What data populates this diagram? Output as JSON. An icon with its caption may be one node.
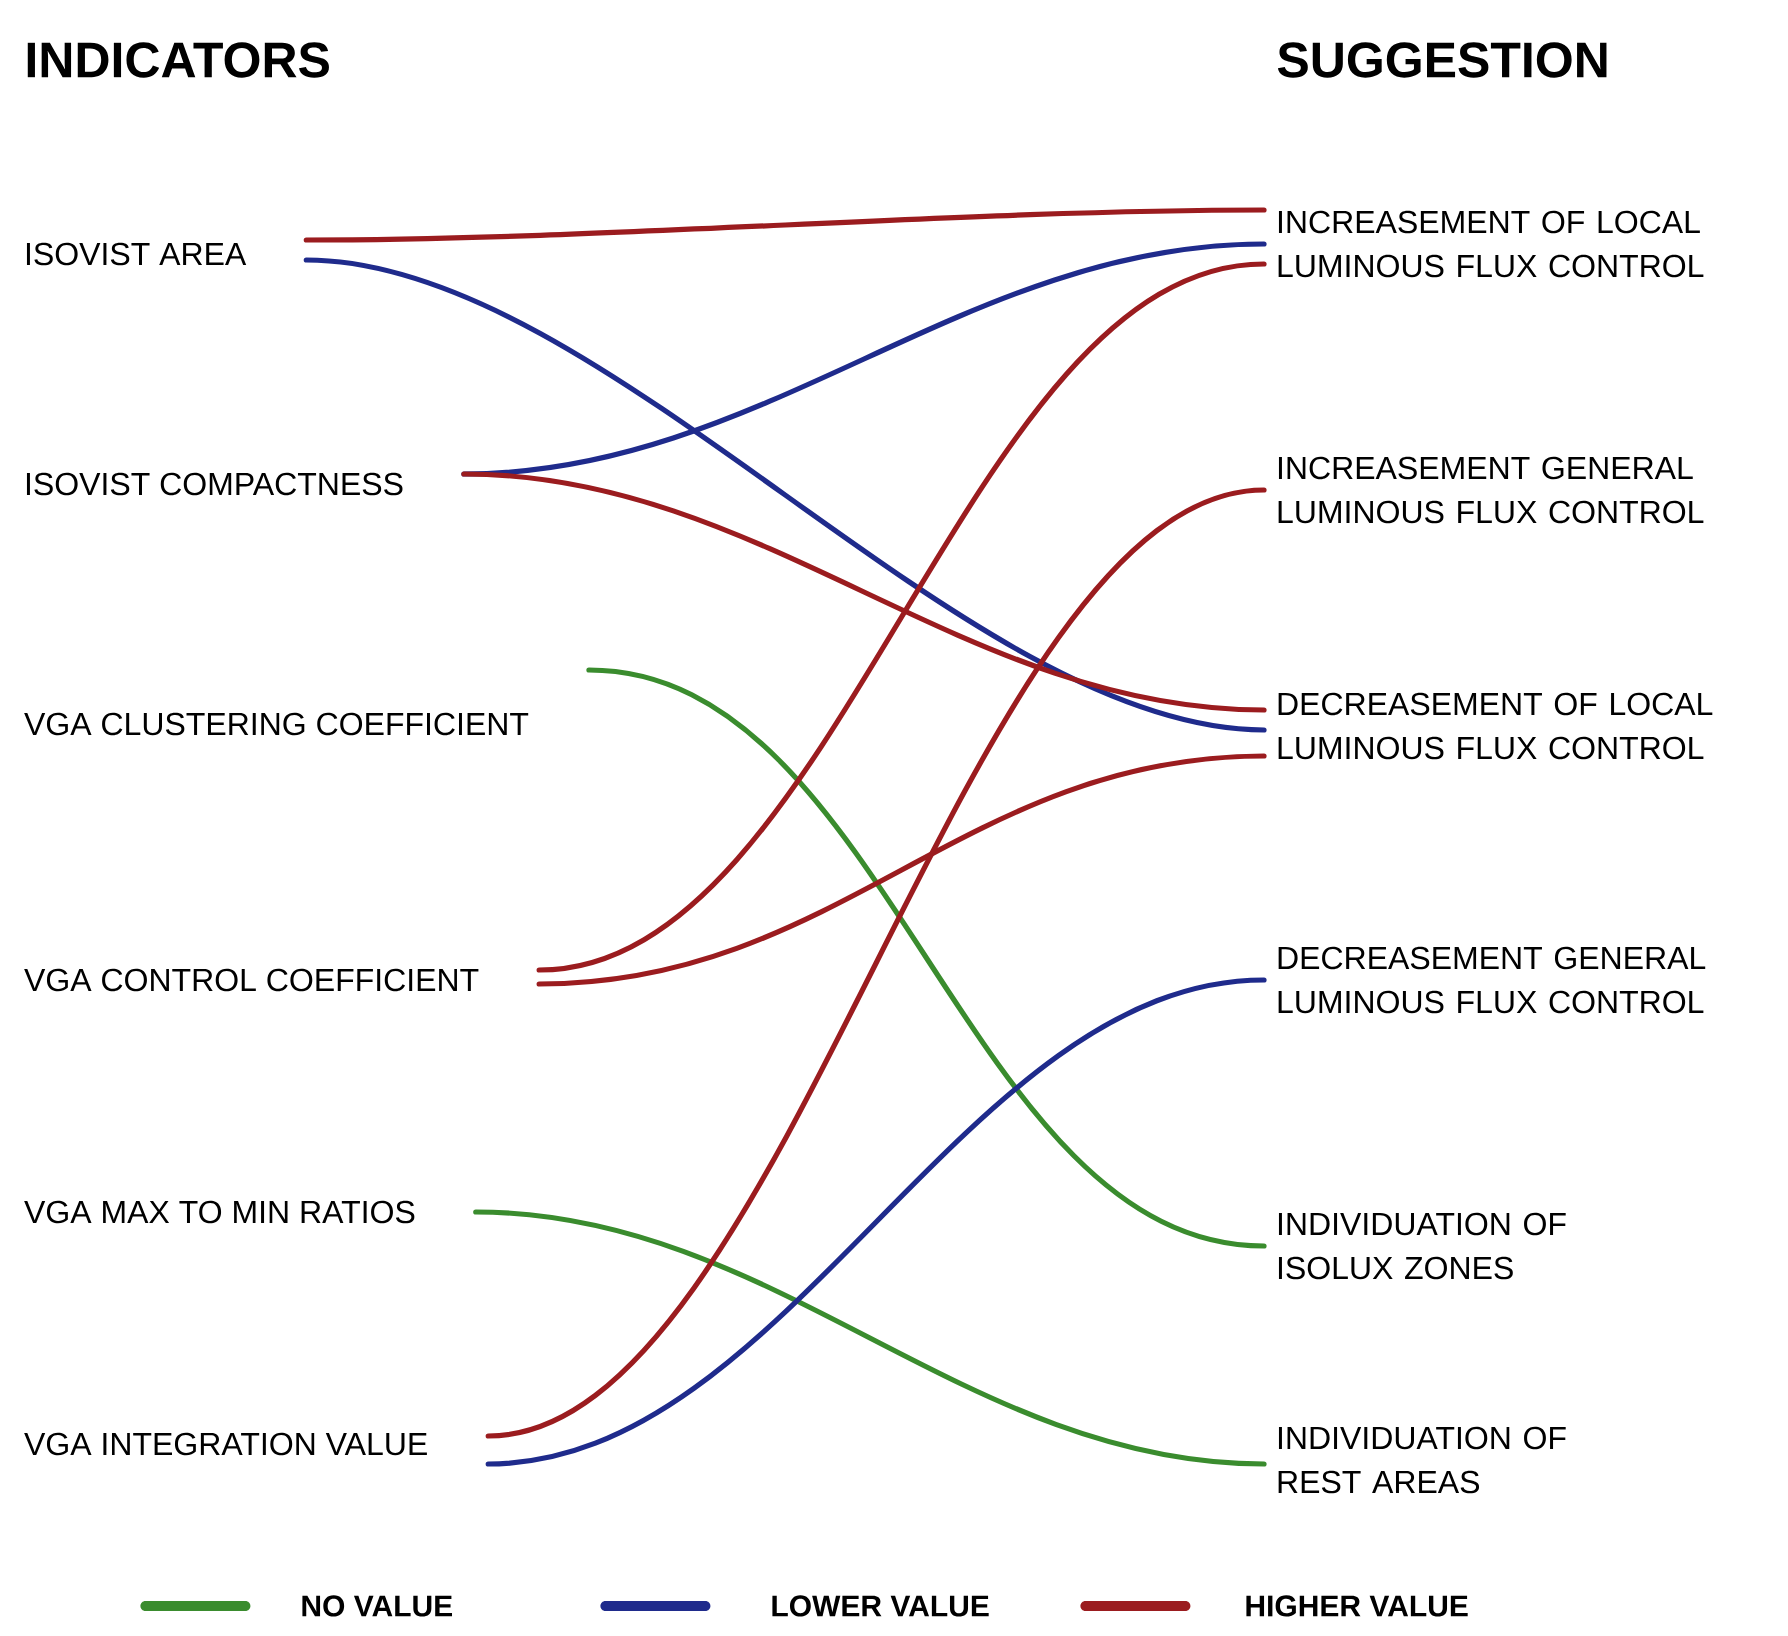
{
  "diagram": {
    "nodes": [
      {
        "text": [
          "ISOVIST AREA"
        ]
      },
      {
        "text": [
          "ISOVIST COMPACTNESS"
        ]
      },
      {
        "text": [
          "VGA CLUSTERING COEFFICIENT"
        ]
      },
      {
        "text": [
          "VGA CONTROL COEFFICIENT"
        ]
      },
      {
        "text": [
          "VGA MAX TO MIN RATIOS"
        ]
      },
      {
        "text": [
          "VGA INTEGRATION VALUE"
        ]
      },
      {
        "text": [
          "INCREASEMENT OF LOCAL LUMINOUS FLUX CONTROL"
        ]
      },
      {
        "text": [
          "INCREASEMENT GENERAL LUMINOUS FLUX CONTROL"
        ]
      },
      {
        "text": [
          "DECREASEMENT OF LOCAL LUMINOUS FLUX CONTROL"
        ]
      },
      {
        "text": [
          "DECREASEMENT GENERAL LUMINOUS FLUX CONTROL"
        ]
      },
      {
        "text": [
          "INDIVIDUATION OF ISOLUX ZONES"
        ]
      },
      {
        "text": [
          "INDIVIDUATION OF REST AREAS"
        ]
      }
    ],
    "edges": [
      {
        "from": 0,
        "to": 6,
        "arrow": "none",
        "color": "#9b1c1f"
      },
      {
        "from": 0,
        "to": 8,
        "arrow": "none",
        "color": "#1f2b8c"
      },
      {
        "from": 1,
        "to": 6,
        "arrow": "none",
        "color": "#1f2b8c"
      },
      {
        "from": 1,
        "to": 8,
        "arrow": "none",
        "color": "#9b1c1f"
      },
      {
        "from": 2,
        "to": 10,
        "arrow": "none",
        "color": "#3a8c2e"
      },
      {
        "from": 3,
        "to": 6,
        "arrow": "none",
        "color": "#9b1c1f"
      },
      {
        "from": 3,
        "to": 8,
        "arrow": "none",
        "color": "#9b1c1f"
      },
      {
        "from": 4,
        "to": 11,
        "arrow": "none",
        "color": "#3a8c2e"
      },
      {
        "from": 5,
        "to": 7,
        "arrow": "none",
        "color": "#9b1c1f"
      },
      {
        "from": 5,
        "to": 9,
        "arrow": "none",
        "color": "#1f2b8c"
      }
    ],
    "labels": [
      "INDICATORS",
      "SUGGESTION"
    ],
    "legend": [
      {
        "text": "NO VALUE",
        "color": "#3a8c2e"
      },
      {
        "text": "LOWER VALUE",
        "color": "#1f2b8c"
      },
      {
        "text": "HIGHER VALUE",
        "color": "#9b1c1f"
      }
    ]
  }
}
